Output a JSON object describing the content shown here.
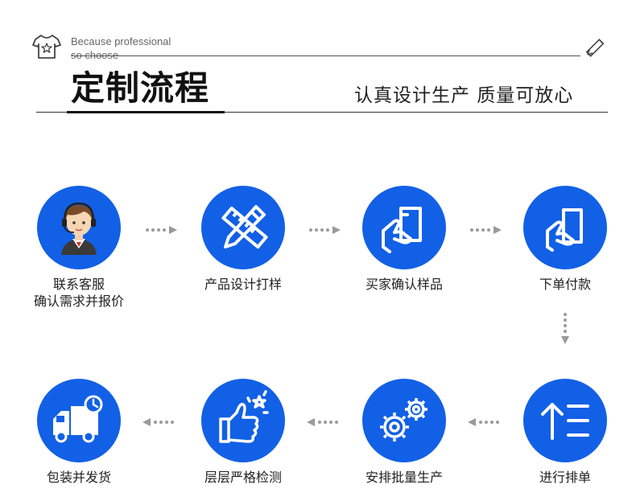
{
  "header": {
    "tagline_line1": "Because professional",
    "tagline_line2": "so choose",
    "title": "定制流程",
    "subtitle": "认真设计生产 质量可放心"
  },
  "colors": {
    "accent": "#1260e6",
    "arrow": "#9a9a9a"
  },
  "steps": [
    {
      "icon": "customer-service-avatar-icon",
      "label_line1": "联系客服",
      "label_line2": "确认需求并报价"
    },
    {
      "icon": "pencil-ruler-icon",
      "label_line1": "产品设计打样"
    },
    {
      "icon": "hand-holding-sample-icon",
      "label_line1": "买家确认样品"
    },
    {
      "icon": "hand-holding-card-icon",
      "label_line1": "下单付款"
    },
    {
      "icon": "sort-list-icon",
      "label_line1": "进行排单"
    },
    {
      "icon": "gears-icon",
      "label_line1": "安排批量生产"
    },
    {
      "icon": "thumbs-up-icon",
      "label_line1": "层层严格检测"
    },
    {
      "icon": "delivery-truck-icon",
      "label_line1": "包装并发货"
    }
  ]
}
